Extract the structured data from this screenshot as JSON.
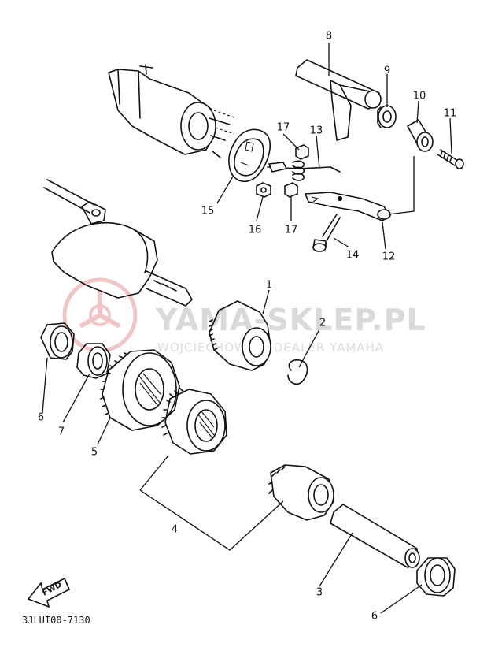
{
  "watermark": {
    "title": "YAMA-SKLEP.PL",
    "subtitle": "WOJCIECHOWICZ DEALER YAMAHA",
    "logo_color": "#e8a0a0",
    "text_color": "#d9d9d9"
  },
  "callouts": {
    "c1": "1",
    "c2": "2",
    "c3": "3",
    "c4": "4",
    "c5": "5",
    "c6a": "6",
    "c6b": "6",
    "c7": "7",
    "c8": "8",
    "c9": "9",
    "c10": "10",
    "c11": "11",
    "c12": "12",
    "c13": "13",
    "c14": "14",
    "c15": "15",
    "c16": "16",
    "c17a": "17",
    "c17b": "17"
  },
  "fwd_label": "FWD",
  "catalog_code": "3JLUI00-7130",
  "icons": {
    "fwd": "fwd-arrow-icon",
    "brand": "yamaha-logo-icon"
  }
}
